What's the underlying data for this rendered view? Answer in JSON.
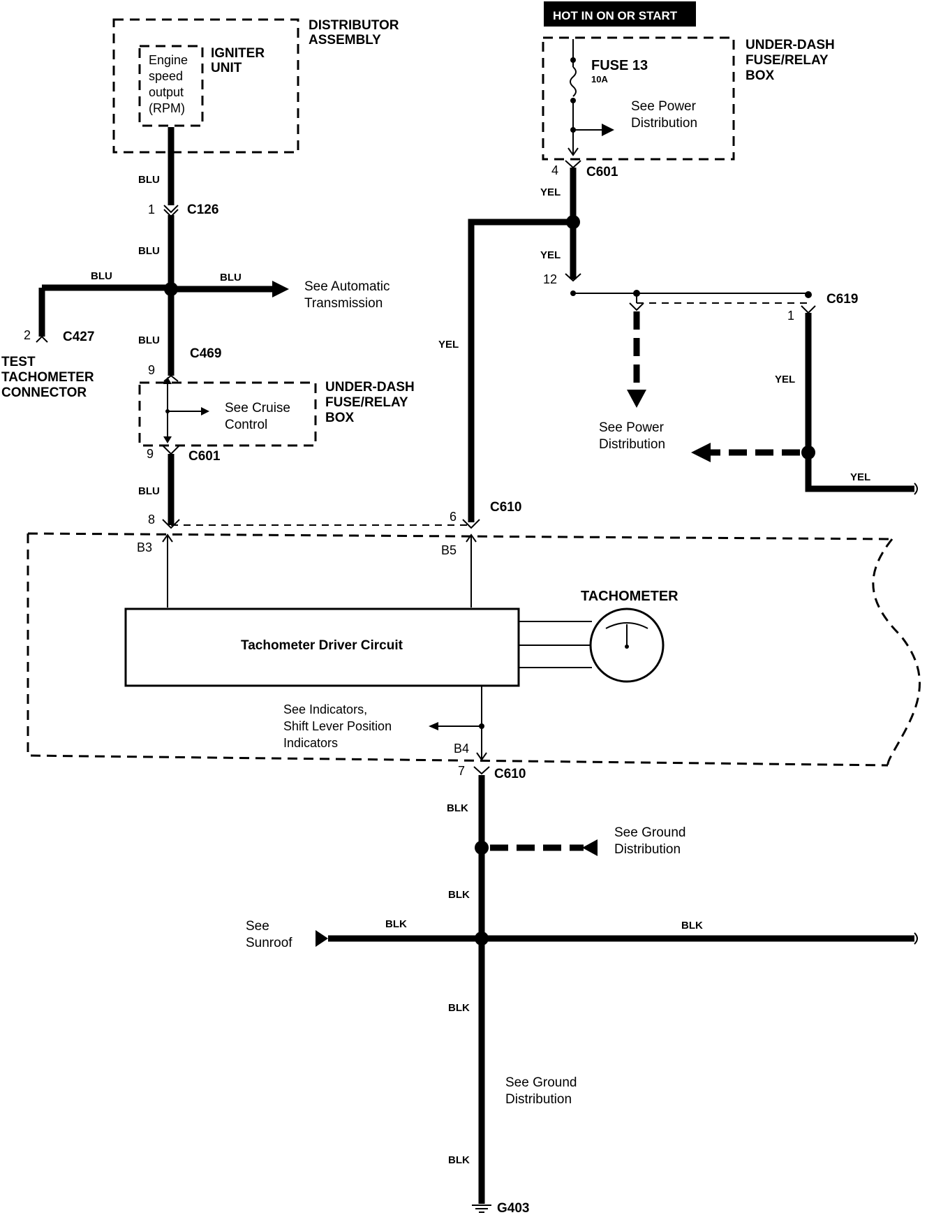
{
  "components": {
    "distributor_assembly": "DISTRIBUTOR\nASSEMBLY",
    "igniter_unit": "IGNITER\nUNIT",
    "engine_speed_output": "Engine\nspeed\noutput\n(RPM)",
    "hot_banner": "HOT IN ON OR START",
    "fuse_box_top": "UNDER-DASH\nFUSE/RELAY\nBOX",
    "fuse_13": "FUSE 13",
    "fuse_rating": "10A",
    "fuse_see_power": "See Power\nDistribution",
    "test_tach_connector": "TEST\nTACHOMETER\nCONNECTOR",
    "fuse_box_mid": "UNDER-DASH\nFUSE/RELAY\nBOX",
    "see_cruise": "See Cruise\nControl",
    "see_auto_trans": "See Automatic\nTransmission",
    "see_power_dist": "See Power\nDistribution",
    "tachometer": "TACHOMETER",
    "tach_driver": "Tachometer Driver Circuit",
    "see_indicators": "See Indicators,\nShift Lever Position\nIndicators",
    "see_ground_dist_1": "See Ground\nDistribution",
    "see_sunroof": "See\nSunroof",
    "see_ground_dist_2": "See Ground\nDistribution",
    "ground": "G403"
  },
  "connectors": {
    "c126": "C126",
    "c126_pin": "1",
    "c427": "C427",
    "c427_pin": "2",
    "c469": "C469",
    "c469_pin": "9",
    "c601_left": "C601",
    "c601_left_pin_top": "9",
    "c601_left_pin_bottom": "9",
    "c601_right": "C601",
    "c601_right_pin": "4",
    "c610_left_pin": "8",
    "c610_right_pin": "6",
    "c610_top": "C610",
    "c619": "C619",
    "c619_pin_left": "12",
    "c619_pin_right": "1",
    "b3": "B3",
    "b5": "B5",
    "b4": "B4",
    "c610_bottom": "C610",
    "c610_bottom_pin": "7"
  },
  "wire_labels": {
    "blu_1": "BLU",
    "blu_2": "BLU",
    "blu_3": "BLU",
    "blu_4": "BLU",
    "blu_left": "BLU",
    "blu_right": "BLU",
    "yel_1": "YEL",
    "yel_2": "YEL",
    "yel_3": "YEL",
    "yel_4": "YEL",
    "yel_5": "YEL",
    "blk_1": "BLK",
    "blk_2": "BLK",
    "blk_3": "BLK",
    "blk_4": "BLK",
    "blk_left": "BLK",
    "blk_right": "BLK"
  }
}
